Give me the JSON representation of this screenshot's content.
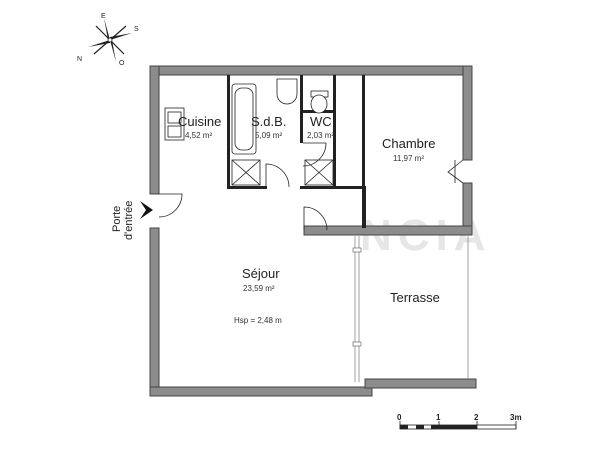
{
  "compass": {
    "n_label": "N",
    "e_label": "E",
    "s_label": "S",
    "o_label": "O"
  },
  "watermark": "NCIA",
  "entrance": {
    "line1": "Porte",
    "line2": "d'entrée"
  },
  "rooms": {
    "cuisine": {
      "name": "Cuisine",
      "area": "4,52 m²"
    },
    "sdb": {
      "name": "S.d.B.",
      "area": "5,09 m²"
    },
    "wc": {
      "name": "WC",
      "area": "2,03 m²"
    },
    "chambre": {
      "name": "Chambre",
      "area": "11,97 m²"
    },
    "sejour": {
      "name": "Séjour",
      "area": "23,59 m²",
      "note": "Hsp = 2,48 m"
    },
    "terrasse": {
      "name": "Terrasse"
    }
  },
  "scale_bar": {
    "labels": [
      "0",
      "1",
      "2",
      "3m"
    ]
  },
  "colors": {
    "wall": "#8c8c8c",
    "outline": "#444444",
    "background": "#ffffff"
  }
}
